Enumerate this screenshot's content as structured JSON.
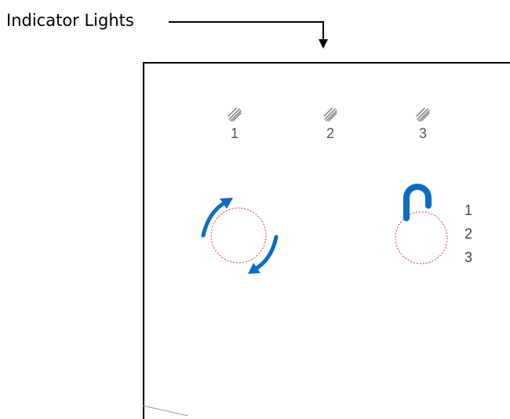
{
  "callout": {
    "label": "Indicator Lights"
  },
  "indicators": [
    {
      "label": "1"
    },
    {
      "label": "2"
    },
    {
      "label": "3"
    }
  ],
  "lock_positions": [
    {
      "label": "1"
    },
    {
      "label": "2"
    },
    {
      "label": "3"
    }
  ],
  "colors": {
    "accent_blue": "#0b6cc4",
    "dotted_red": "#e53935",
    "hatch_gray": "#888888",
    "label_gray": "#555555"
  },
  "icons": {
    "rotate": "rotate-arrows-icon",
    "lock": "unlocked-padlock-icon",
    "indicator": "hatched-indicator-light-icon"
  }
}
